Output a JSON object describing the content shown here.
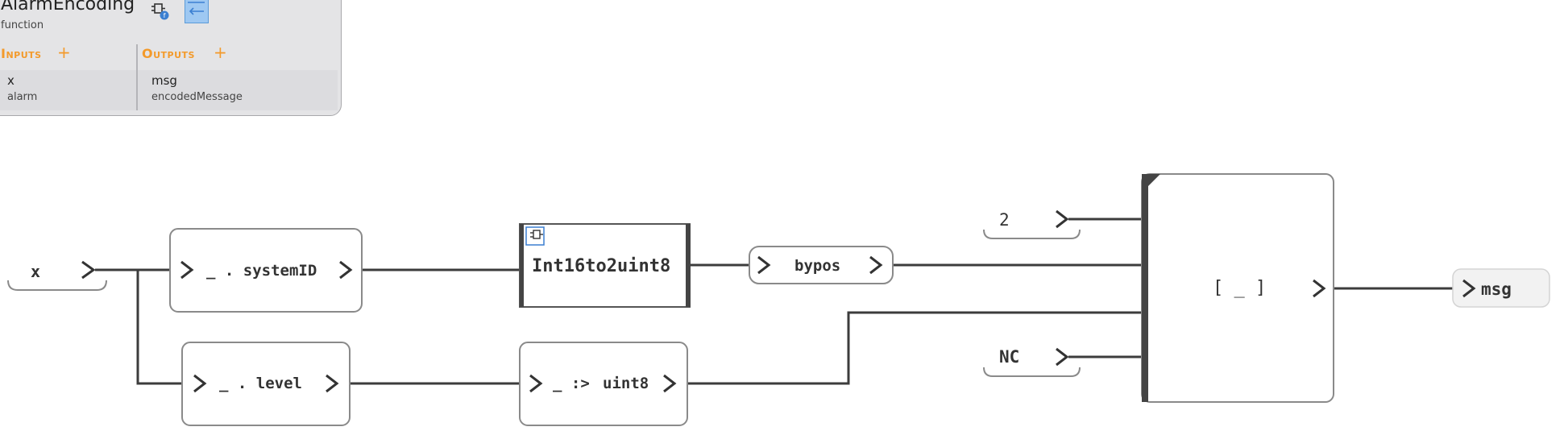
{
  "header": {
    "function_name": "AlarmEncoding",
    "function_kind": "function",
    "icons": [
      "external-function-icon",
      "arrow-left-icon"
    ],
    "inputs_label": "Inputs",
    "outputs_label": "Outputs",
    "add_symbol": "+",
    "inputs": [
      {
        "name": "x",
        "type": "alarm"
      }
    ],
    "outputs": [
      {
        "name": "msg",
        "type": "encodedMessage"
      }
    ]
  },
  "diagram": {
    "input_x": "x",
    "field_system_id": "_ . systemID",
    "call_block": "Int16to2uint8",
    "bypos": "bypos",
    "field_level": "_ . level",
    "cast_prefix": "_ :>",
    "cast_type": "uint8",
    "const_2": "2",
    "const_nc": "NC",
    "array_builder": "[ _ ]",
    "output_msg": "msg"
  },
  "colors": {
    "accent_orange": "#f39a2b",
    "selected_blue": "#9ec8f2",
    "line": "#3c3c3c",
    "block_border": "#8a8a8a",
    "panel_bg": "#e4e4e6"
  }
}
